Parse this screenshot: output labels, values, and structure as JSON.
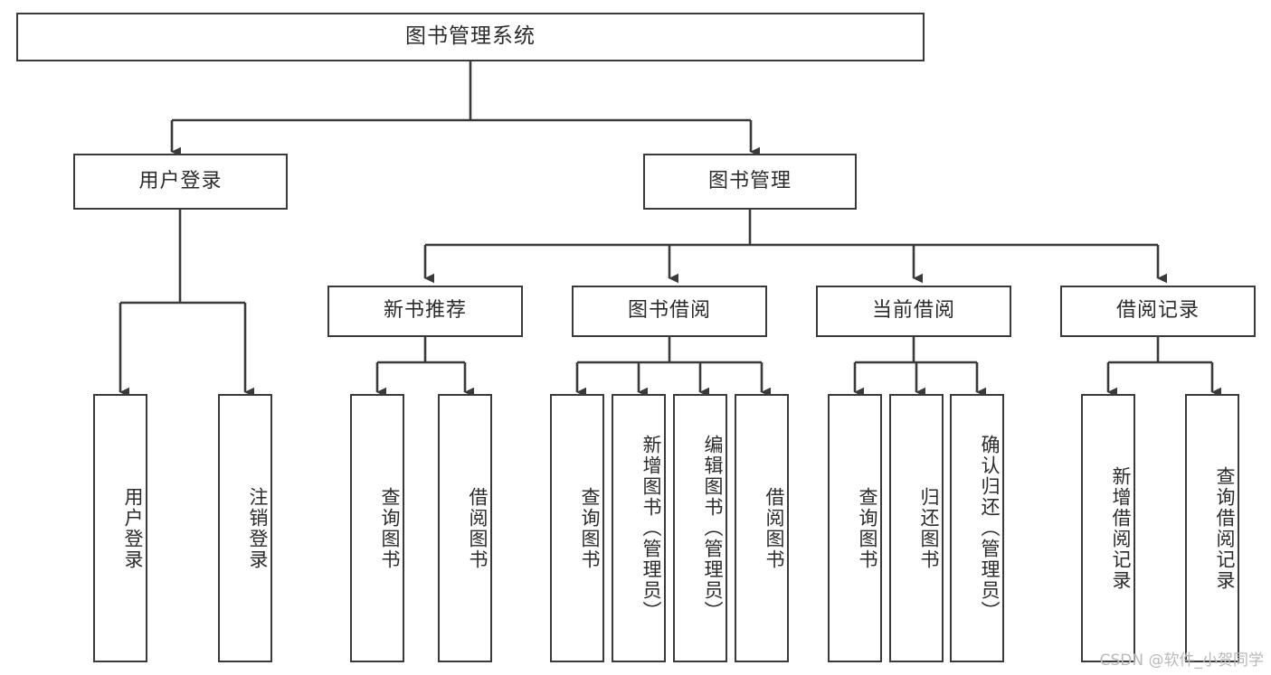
{
  "diagram": {
    "type": "tree-hierarchy",
    "title": "图书管理系统",
    "background_color": "#ffffff",
    "line_color": "#3a3a3a",
    "box_border_color": "#3a3a3a",
    "text_color": "#2b2b2b",
    "watermark": "CSDN @软件_小贺同学"
  },
  "nodes": {
    "root": {
      "label": "图书管理系统"
    },
    "level2": [
      {
        "id": "user-login",
        "label": "用户登录"
      },
      {
        "id": "book-management",
        "label": "图书管理"
      }
    ],
    "level3": [
      {
        "id": "new-book-recommend",
        "label": "新书推荐"
      },
      {
        "id": "book-borrow",
        "label": "图书借阅"
      },
      {
        "id": "current-borrow",
        "label": "当前借阅"
      },
      {
        "id": "borrow-record",
        "label": "借阅记录"
      }
    ],
    "leaves": {
      "user-login": [
        {
          "id": "leaf-user-login",
          "label": "用户登录"
        },
        {
          "id": "leaf-user-logout",
          "label": "注销登录"
        }
      ],
      "new-book-recommend": [
        {
          "id": "leaf-query-book-1",
          "label": "查询图书"
        },
        {
          "id": "leaf-borrow-book-1",
          "label": "借阅图书"
        }
      ],
      "book-borrow": [
        {
          "id": "leaf-query-book-2",
          "label": "查询图书"
        },
        {
          "id": "leaf-add-book",
          "label": "新增图书（管理员）"
        },
        {
          "id": "leaf-edit-book",
          "label": "编辑图书（管理员）"
        },
        {
          "id": "leaf-borrow-book-2",
          "label": "借阅图书"
        }
      ],
      "current-borrow": [
        {
          "id": "leaf-query-book-3",
          "label": "查询图书"
        },
        {
          "id": "leaf-return-book",
          "label": "归还图书"
        },
        {
          "id": "leaf-confirm-return",
          "label": "确认归还（管理员）"
        }
      ],
      "borrow-record": [
        {
          "id": "leaf-add-record",
          "label": "新增借阅记录"
        },
        {
          "id": "leaf-query-record",
          "label": "查询借阅记录"
        }
      ]
    }
  }
}
